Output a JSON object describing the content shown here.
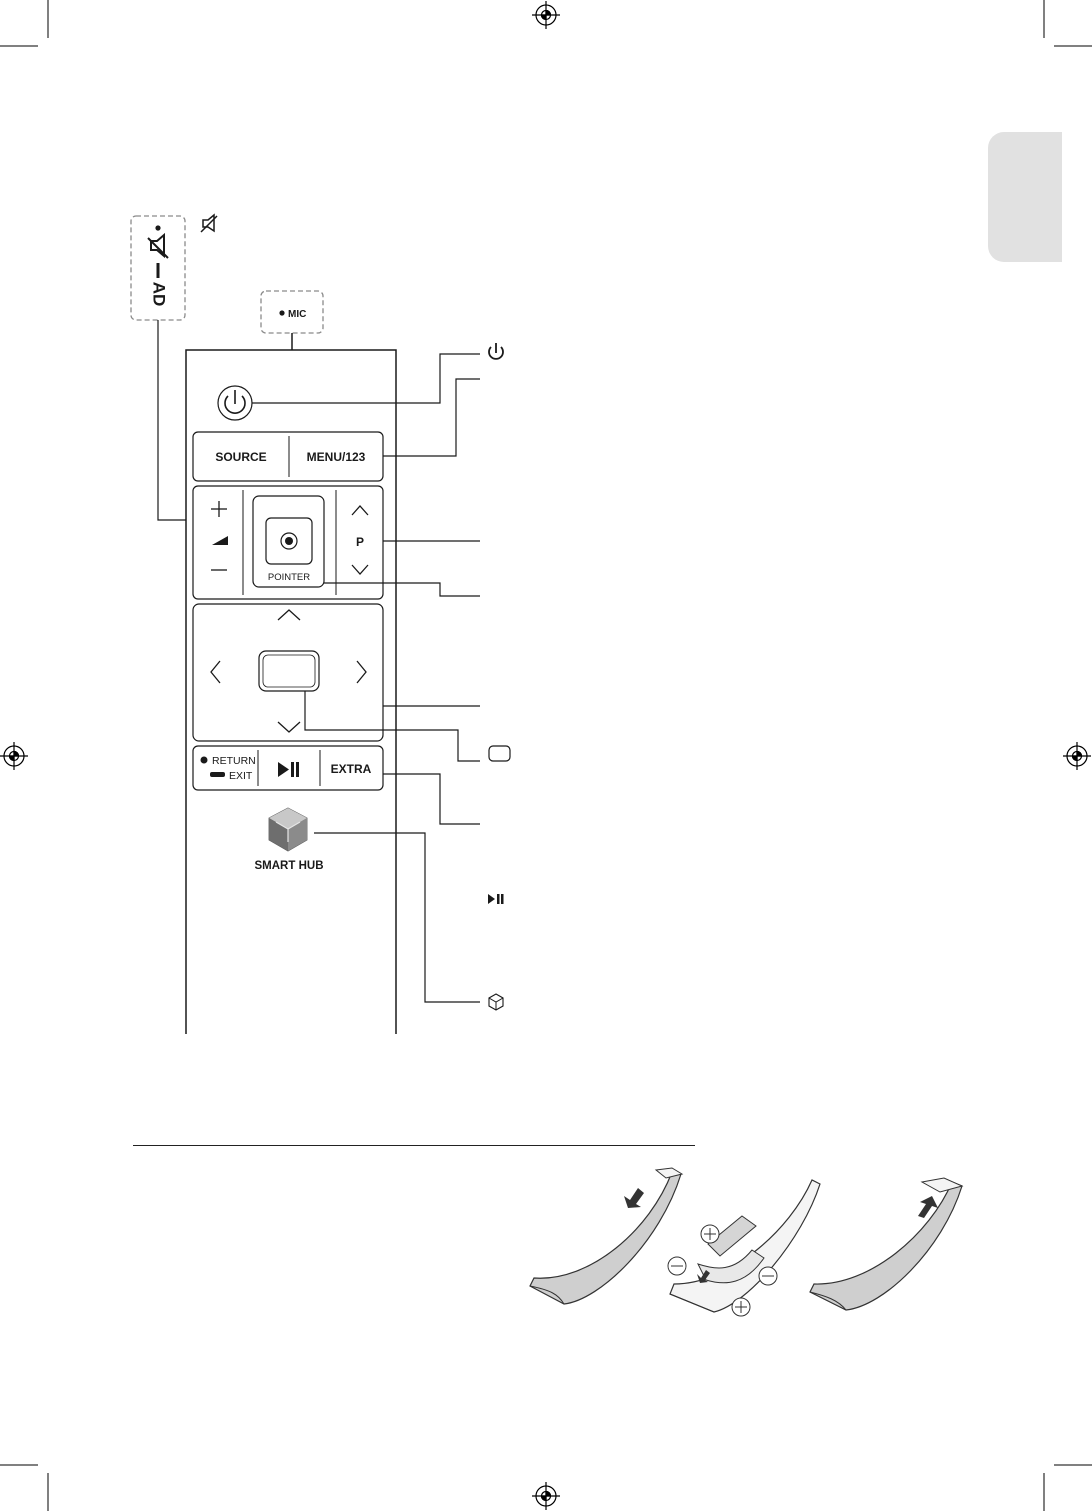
{
  "remote": {
    "mic_label": "MIC",
    "ad_label": "AD",
    "source_label": "SOURCE",
    "menu_label": "MENU/123",
    "channel_label": "P",
    "pointer_label": "POINTER",
    "return_label": "RETURN",
    "exit_label": "EXIT",
    "extra_label": "EXTRA",
    "smart_hub_label": "SMART HUB"
  },
  "icons": {
    "top_left": "mute-icon",
    "power": "power-icon",
    "center_key": "select-key-icon",
    "play_pause": "play-pause-icon",
    "smart_hub": "smart-hub-cube-icon"
  },
  "colors": {
    "line": "#1a1a1a",
    "dashed_box": "#8a8a8a",
    "tab": "#e1e1e1",
    "remote_shell": "#d8d8d8"
  }
}
